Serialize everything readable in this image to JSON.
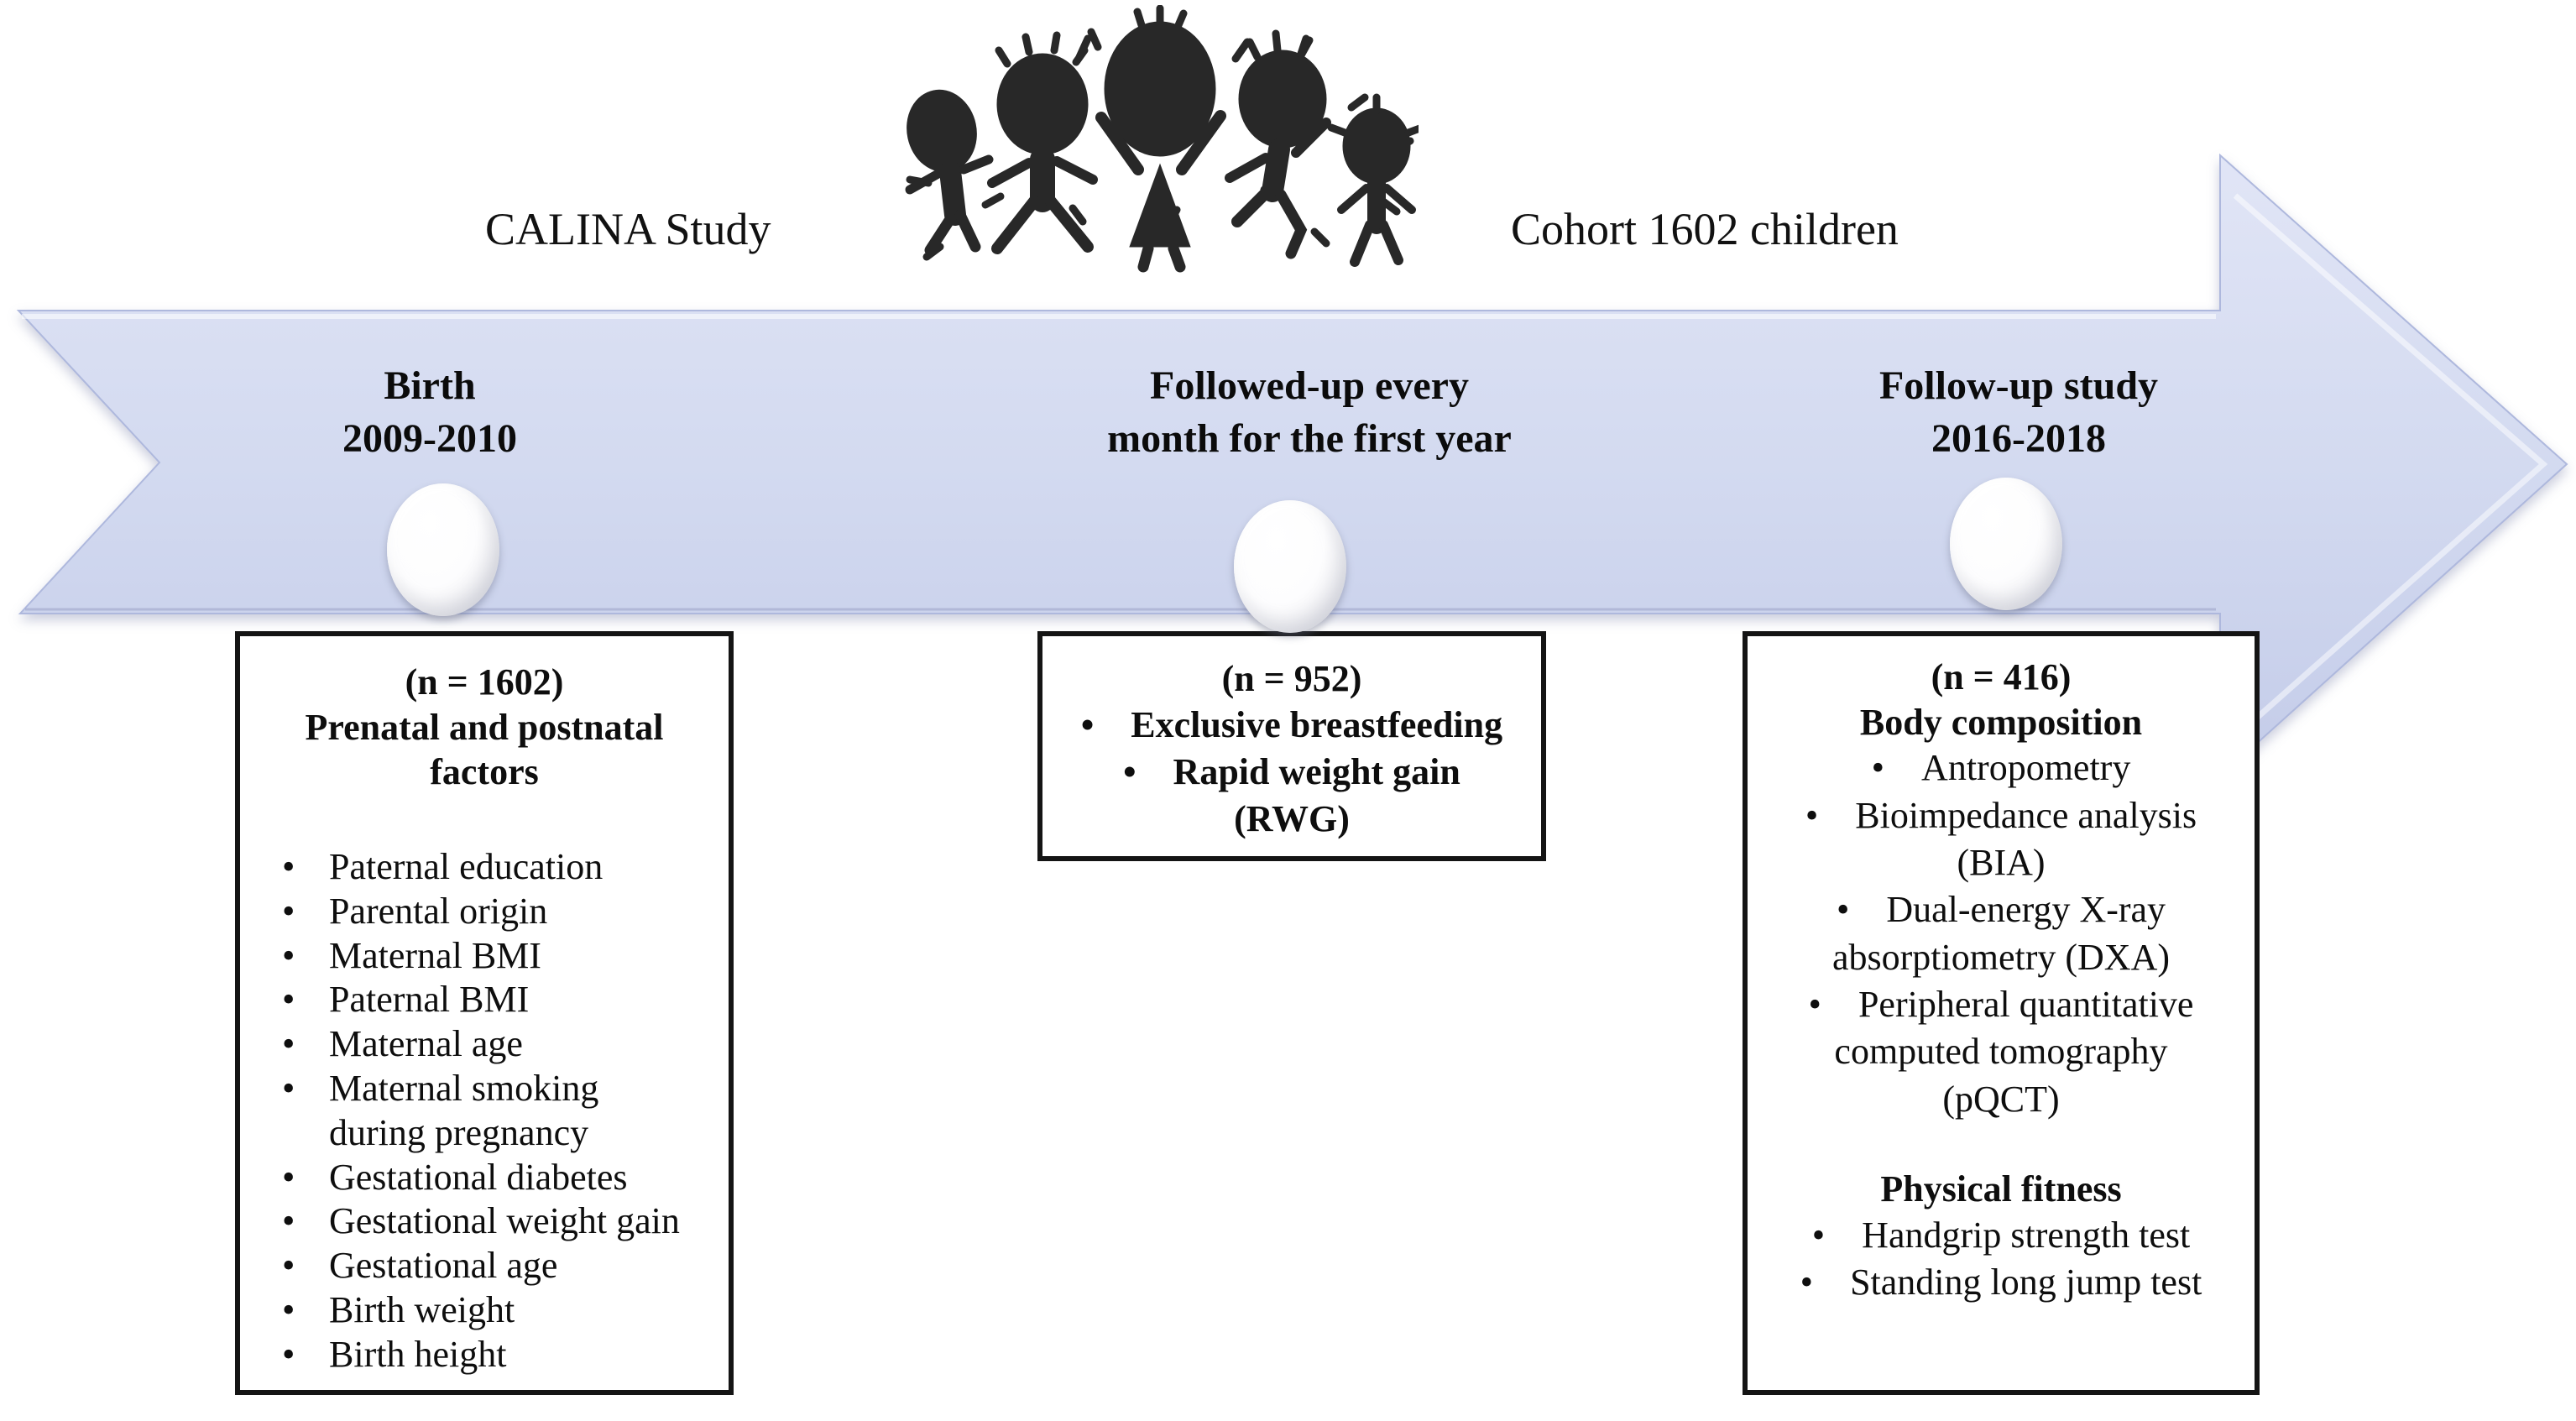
{
  "top": {
    "study_label": "CALINA Study",
    "cohort_label": "Cohort 1602 children",
    "illustration": "jumping-children-silhouette"
  },
  "arrow": {
    "direction": "right",
    "fill_top": "#e0e4f5",
    "fill_bottom": "#c4cce9",
    "edge_color": "#aeb8dd",
    "marker_icon": "glossy-sphere",
    "marker_color": "#ffffff"
  },
  "stages": [
    {
      "title_line1": "Birth",
      "title_line2": "2009-2010",
      "box": {
        "n_label": "(n = 1602)",
        "heading": "Prenatal and postnatal factors",
        "items": [
          {
            "lines": [
              "Paternal education"
            ]
          },
          {
            "lines": [
              "Parental origin"
            ]
          },
          {
            "lines": [
              "Maternal BMI"
            ]
          },
          {
            "lines": [
              "Paternal BMI"
            ]
          },
          {
            "lines": [
              "Maternal age"
            ]
          },
          {
            "lines": [
              "Maternal smoking",
              "during pregnancy"
            ]
          },
          {
            "lines": [
              "Gestational diabetes"
            ]
          },
          {
            "lines": [
              "Gestational weight gain"
            ]
          },
          {
            "lines": [
              "Gestational age"
            ]
          },
          {
            "lines": [
              "Birth weight"
            ]
          },
          {
            "lines": [
              "Birth height"
            ]
          }
        ]
      }
    },
    {
      "title_line1": "Followed-up every",
      "title_line2": "month for the first year",
      "box": {
        "n_label": "(n = 952)",
        "items": [
          {
            "lines": [
              "Exclusive breastfeeding"
            ]
          },
          {
            "lines": [
              "Rapid weight gain",
              "(RWG)"
            ]
          }
        ]
      }
    },
    {
      "title_line1": "Follow-up study",
      "title_line2": "2016-2018",
      "box": {
        "n_label": "(n = 416)",
        "sections": [
          {
            "heading": "Body composition",
            "items": [
              {
                "lines": [
                  "Antropometry"
                ]
              },
              {
                "lines": [
                  "Bioimpedance analysis",
                  "(BIA)"
                ]
              },
              {
                "lines": [
                  "Dual-energy X-ray",
                  "absorptiometry (DXA)"
                ]
              },
              {
                "lines": [
                  "Peripheral quantitative",
                  "computed tomography",
                  "(pQCT)"
                ]
              }
            ]
          },
          {
            "heading": "Physical fitness",
            "items": [
              {
                "lines": [
                  "Handgrip strength test"
                ]
              },
              {
                "lines": [
                  "Standing long jump test"
                ]
              }
            ]
          }
        ]
      }
    }
  ]
}
